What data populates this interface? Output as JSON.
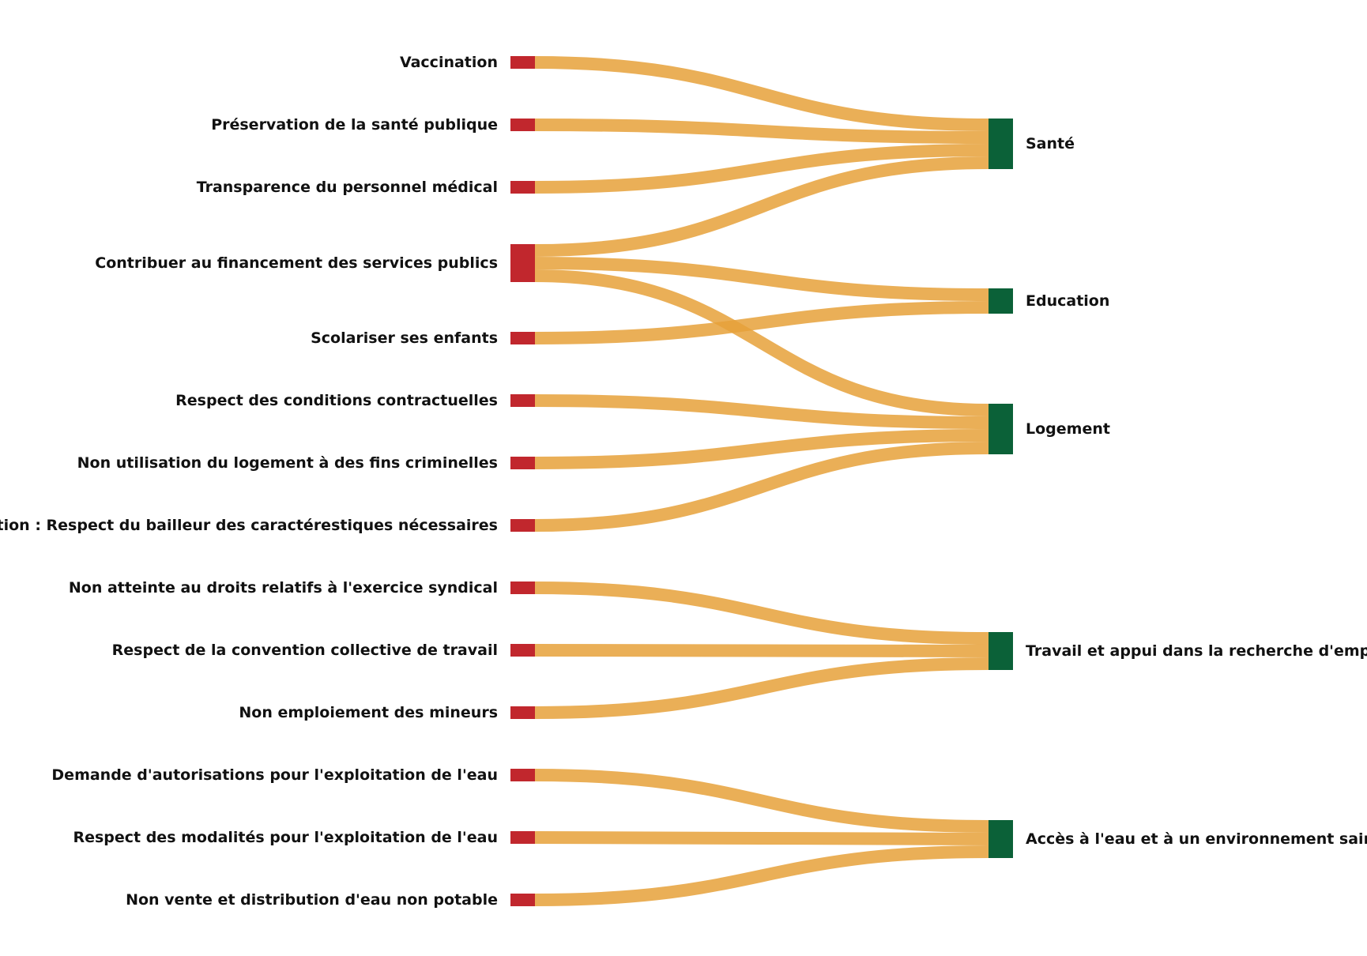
{
  "colors": {
    "source_node": "#c1272d",
    "target_node": "#0b6138",
    "link": "#e6a13a",
    "background": "#ffffff"
  },
  "nodes": {
    "sources": [
      {
        "id": "s1",
        "label": "Vaccination"
      },
      {
        "id": "s2",
        "label": "Préservation de la santé publique"
      },
      {
        "id": "s3",
        "label": "Transparence du personnel médical"
      },
      {
        "id": "s4",
        "label": "Contribuer au financement des services publics"
      },
      {
        "id": "s5",
        "label": "Scolariser ses enfants"
      },
      {
        "id": "s6",
        "label": "Respect des conditions contractuelles"
      },
      {
        "id": "s7",
        "label": "Non utilisation du logement à des fins criminelles"
      },
      {
        "id": "s8",
        "label": "Location : Respect du bailleur des caractérestiques nécessaires"
      },
      {
        "id": "s9",
        "label": "Non atteinte au droits relatifs à l'exercice syndical"
      },
      {
        "id": "s10",
        "label": "Respect de la convention collective de travail"
      },
      {
        "id": "s11",
        "label": "Non emploiement des mineurs"
      },
      {
        "id": "s12",
        "label": "Demande d'autorisations pour l'exploitation de l'eau"
      },
      {
        "id": "s13",
        "label": "Respect des modalités pour l'exploitation de l'eau"
      },
      {
        "id": "s14",
        "label": "Non vente et distribution d'eau non potable"
      }
    ],
    "targets": [
      {
        "id": "t1",
        "label": "Santé"
      },
      {
        "id": "t2",
        "label": "Education"
      },
      {
        "id": "t3",
        "label": "Logement"
      },
      {
        "id": "t4",
        "label": "Travail et appui dans la recherche d'emploi"
      },
      {
        "id": "t5",
        "label": "Accès à l'eau et à un environnement sain"
      }
    ]
  },
  "links": [
    {
      "source": "s1",
      "target": "t1",
      "value": 1
    },
    {
      "source": "s2",
      "target": "t1",
      "value": 1
    },
    {
      "source": "s3",
      "target": "t1",
      "value": 1
    },
    {
      "source": "s4",
      "target": "t1",
      "value": 1
    },
    {
      "source": "s4",
      "target": "t2",
      "value": 1
    },
    {
      "source": "s4",
      "target": "t3",
      "value": 1
    },
    {
      "source": "s5",
      "target": "t2",
      "value": 1
    },
    {
      "source": "s6",
      "target": "t3",
      "value": 1
    },
    {
      "source": "s7",
      "target": "t3",
      "value": 1
    },
    {
      "source": "s8",
      "target": "t3",
      "value": 1
    },
    {
      "source": "s9",
      "target": "t4",
      "value": 1
    },
    {
      "source": "s10",
      "target": "t4",
      "value": 1
    },
    {
      "source": "s11",
      "target": "t4",
      "value": 1
    },
    {
      "source": "s12",
      "target": "t5",
      "value": 1
    },
    {
      "source": "s13",
      "target": "t5",
      "value": 1
    },
    {
      "source": "s14",
      "target": "t5",
      "value": 1
    }
  ]
}
